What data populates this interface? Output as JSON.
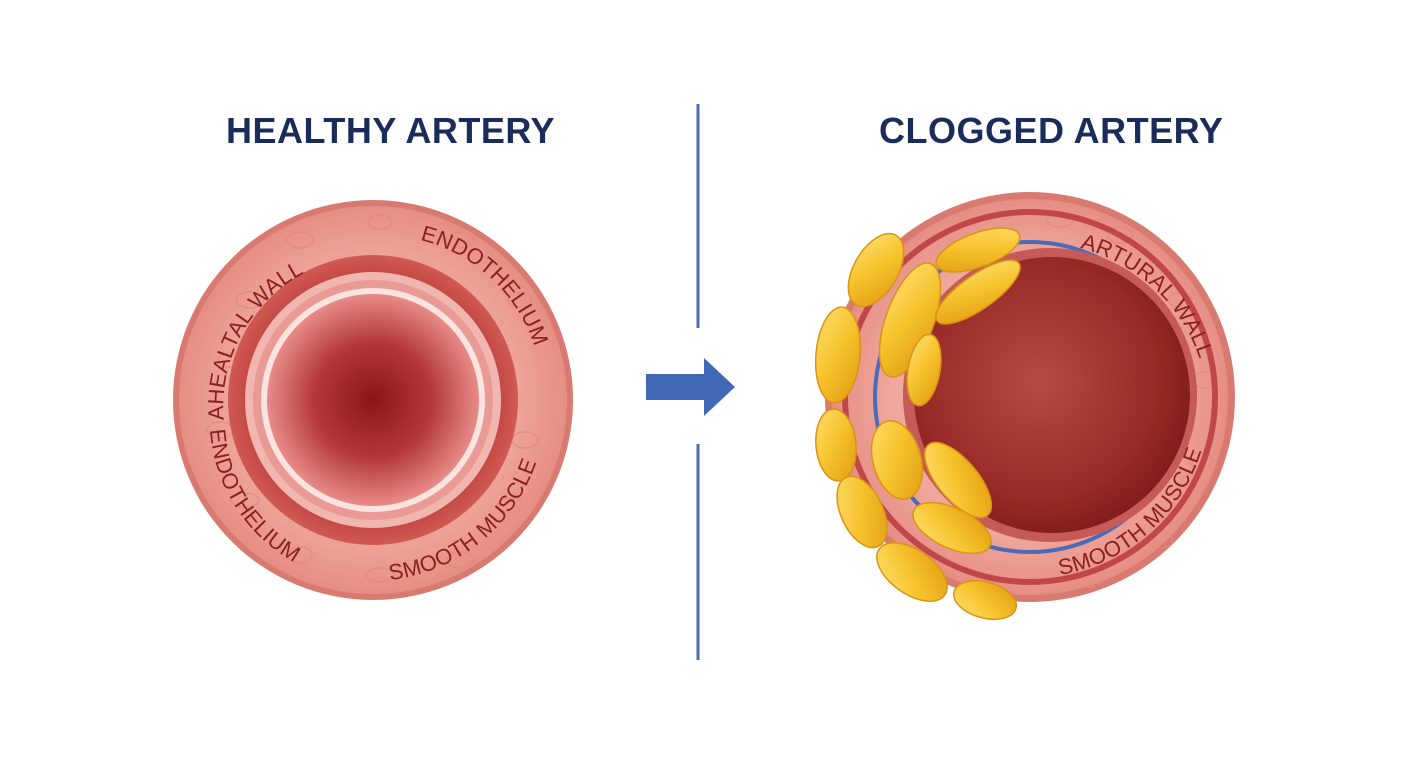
{
  "healthy": {
    "title": "HEALTHY ARTERY",
    "labels": {
      "wall": "AHEALTAL WALL",
      "endothelium_top": "ENDOTHELIUM",
      "endothelium_bottom": "ENDOTHELIUM",
      "smooth_muscle": "SMOOTH MUSCLE"
    }
  },
  "clogged": {
    "title": "CLOGGED ARTERY",
    "labels": {
      "wall": "ARTURAL WALL",
      "smooth_muscle": "SMOOTH MUSCLE"
    }
  },
  "colors": {
    "title": "#1c2c5a",
    "divider": "#4a6bb5",
    "arrow": "#4169b5",
    "wall": "#ec9a90",
    "wall_dark": "#c8514e",
    "lumen": "#8f1d1f",
    "plaque": "#f3c22a"
  }
}
